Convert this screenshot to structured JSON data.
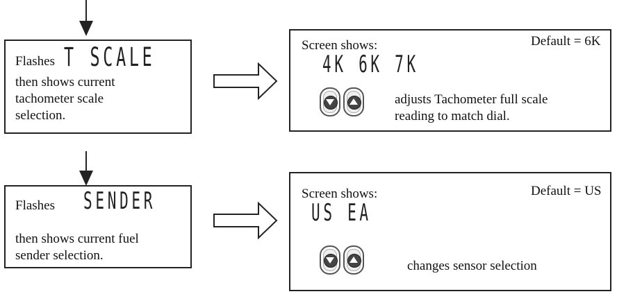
{
  "section1": {
    "flashes_label": "Flashes",
    "lcd_word": "T SCALE",
    "line1": "then shows  current",
    "line2": "tachometer scale",
    "line3": "selection.",
    "screen": {
      "screen_label": "Screen shows:",
      "default_label": "Default = 6K",
      "options": "4K 6K 7K",
      "desc1": "adjusts Tachometer full scale",
      "desc2": "reading to match dial."
    }
  },
  "section2": {
    "flashes_label": "Flashes",
    "lcd_word": "SENDER",
    "line1": "then shows current fuel",
    "line2": "sender selection.",
    "screen": {
      "screen_label": "Screen shows:",
      "default_label": "Default = US",
      "options": "US EA",
      "desc1": "changes sensor selection"
    }
  },
  "icons": {
    "down_button": "down-arrow-button",
    "up_button": "up-arrow-button",
    "flow_arrow": "arrow-down-icon",
    "right_arrow": "hollow-right-arrow-icon"
  }
}
